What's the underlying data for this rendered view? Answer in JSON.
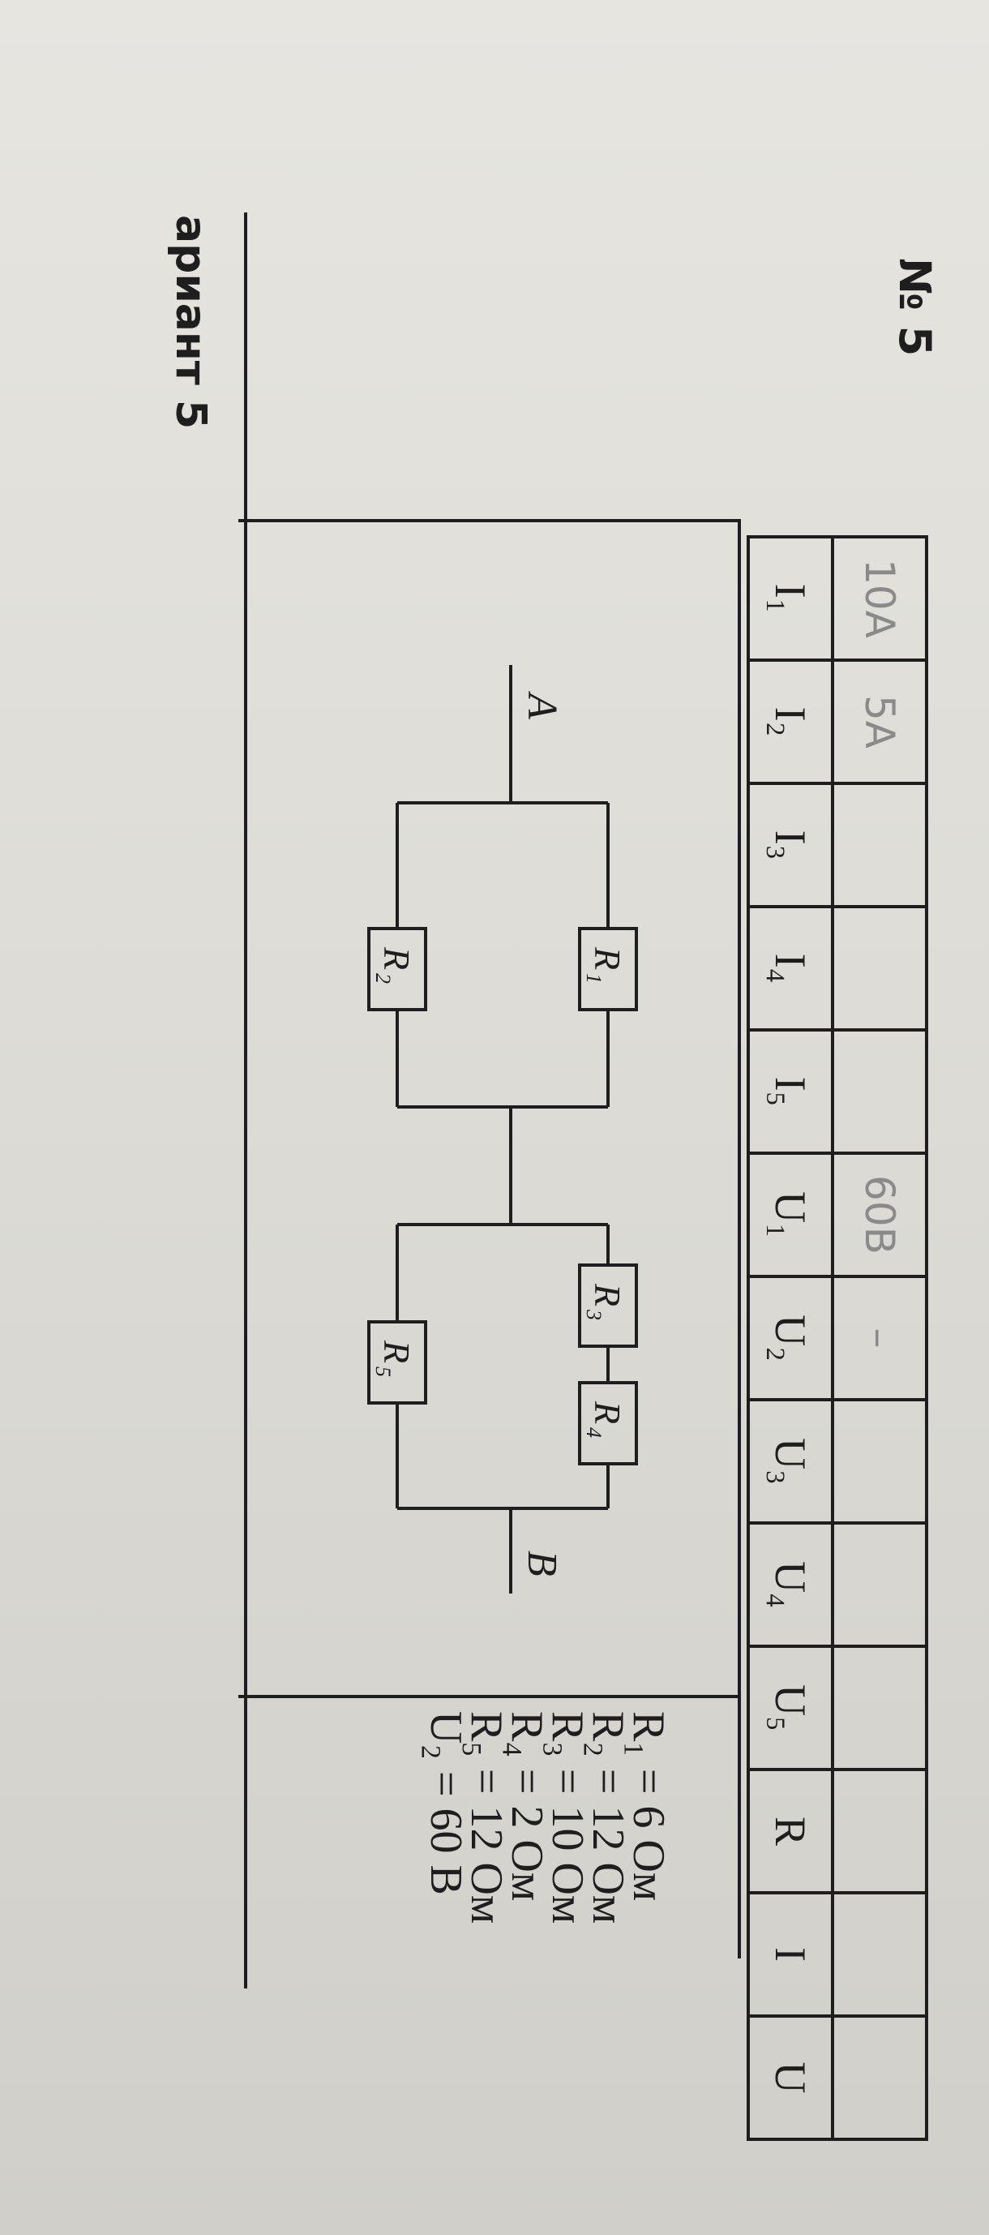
{
  "header": {
    "variant_title": "ариант 5"
  },
  "task": {
    "number": "№ 5"
  },
  "circuit": {
    "terminals": {
      "a": "A",
      "b": "B"
    },
    "resistors": {
      "r1": {
        "letter": "R",
        "index": "1"
      },
      "r2": {
        "letter": "R",
        "index": "2"
      },
      "r3": {
        "letter": "R",
        "index": "3"
      },
      "r4": {
        "letter": "R",
        "index": "4"
      },
      "r5": {
        "letter": "R",
        "index": "5"
      }
    }
  },
  "given": {
    "lines": [
      "R₁ = 6 Ом",
      "R₂ = 12 Ом",
      "R₃ = 10 Ом",
      "R₄ = 2 Ом",
      "R₅ = 12 Ом",
      "U₂ = 60 В"
    ]
  },
  "table": {
    "headers": [
      "I₁",
      "I₂",
      "I₃",
      "I₄",
      "I₅",
      "U₁",
      "U₂",
      "U₃",
      "U₄",
      "U₅",
      "R",
      "I",
      "U"
    ],
    "answers": [
      "10A",
      "5A",
      "",
      "",
      "",
      "60B",
      "–",
      "",
      "",
      "",
      "",
      "",
      ""
    ]
  },
  "colors": {
    "ink": "#1e1e1e",
    "pencil": "#8a8a8a",
    "paper": "#e3e2dd",
    "notebook_pink": "#d48db0"
  }
}
